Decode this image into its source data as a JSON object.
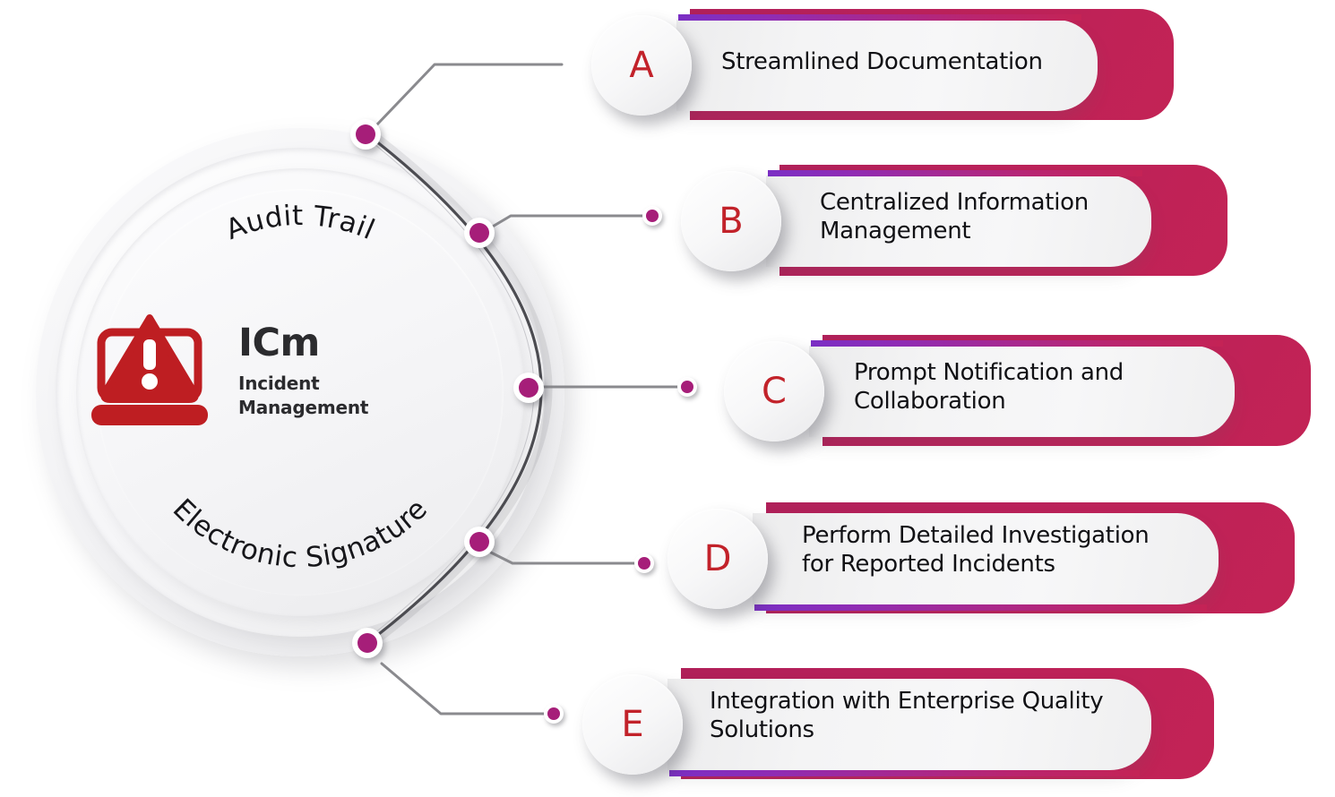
{
  "hub": {
    "title": "ICm",
    "subtitle_line1": "Incident",
    "subtitle_line2": "Management",
    "icon": "laptop-warning-icon",
    "top_label": "Audit Trail",
    "bottom_label": "Electronic Signature",
    "accent_red": "#BE1E22",
    "text_color": "#2B2B2E"
  },
  "theme": {
    "magenta_dot": "#A61E79",
    "tab_gradient_start": "#B02059",
    "tab_gradient_end": "#C32355",
    "accent_gradient_start": "#7B2FC4",
    "accent_gradient_end": "#C42355",
    "badge_letter_color": "#C2222A",
    "connector_line": "#8A8A8E"
  },
  "items": [
    {
      "letter": "A",
      "label": "Streamlined Documentation",
      "accent_position": "top"
    },
    {
      "letter": "B",
      "label": "Centralized Information\nManagement",
      "accent_position": "top"
    },
    {
      "letter": "C",
      "label": "Prompt Notification and\nCollaboration",
      "accent_position": "top"
    },
    {
      "letter": "D",
      "label": "Perform Detailed Investigation\nfor Reported Incidents",
      "accent_position": "bottom"
    },
    {
      "letter": "E",
      "label": "Integration with Enterprise Quality\nSolutions",
      "accent_position": "bottom"
    }
  ]
}
